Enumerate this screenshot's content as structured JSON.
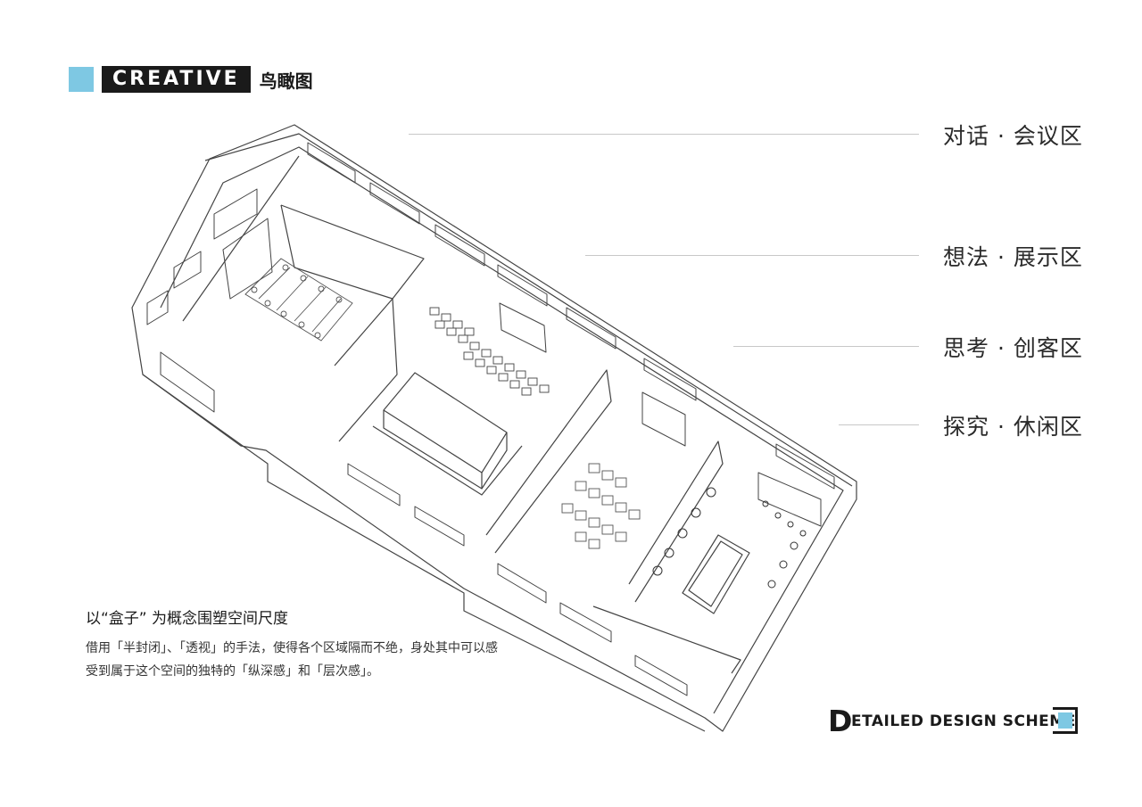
{
  "colors": {
    "accent": "#7ec8e3",
    "dark": "#1a1a1a",
    "line": "#444444"
  },
  "header": {
    "tag": "CREATIVE",
    "subtitle": "鸟瞰图"
  },
  "zones": [
    {
      "label": "对话 · 会议区"
    },
    {
      "label": "想法 · 展示区"
    },
    {
      "label": "思考 · 创客区"
    },
    {
      "label": "探究 · 休闲区"
    }
  ],
  "caption": {
    "title": "以“盒子” 为概念围塑空间尺度",
    "body": "借用「半封闭」、「透视」的手法，使得各个区域隔而不绝，身处其中可以感受到属于这个空间的独特的「纵深感」和「层次感」。"
  },
  "brand": {
    "initial": "D",
    "rest": "ETAILED DESIGN SCHEME"
  }
}
